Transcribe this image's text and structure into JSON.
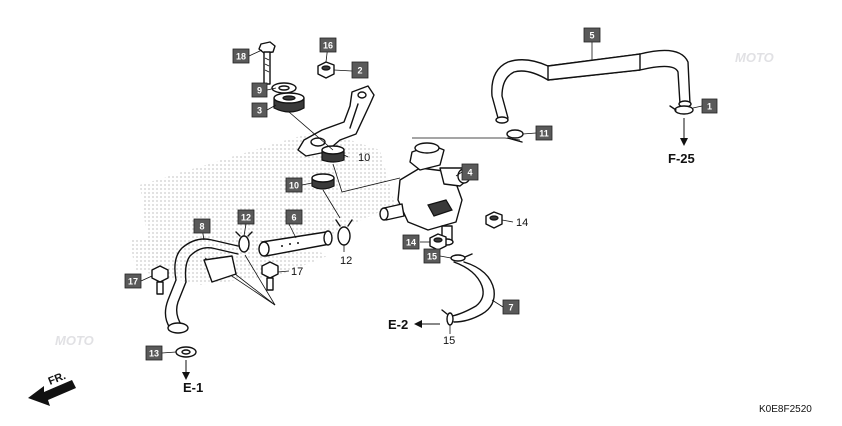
{
  "diagram_code": "K0E8F2520",
  "direction_label": "FR.",
  "ref_labels": {
    "f25": "F-25",
    "e2": "E-2",
    "e1": "E-1"
  },
  "watermark": "MOTO",
  "callouts": {
    "c1": "1",
    "c2": "2",
    "c3": "3",
    "c4": "4",
    "c5": "5",
    "c6": "6",
    "c7": "7",
    "c8": "8",
    "c9": "9",
    "c10a": "10",
    "c10b": "10",
    "c11": "11",
    "c12a": "12",
    "c12b": "12",
    "c13": "13",
    "c14a": "14",
    "c14b": "14",
    "c15a": "15",
    "c15b": "15",
    "c16": "16",
    "c17a": "17",
    "c17b": "17",
    "c18": "18"
  }
}
